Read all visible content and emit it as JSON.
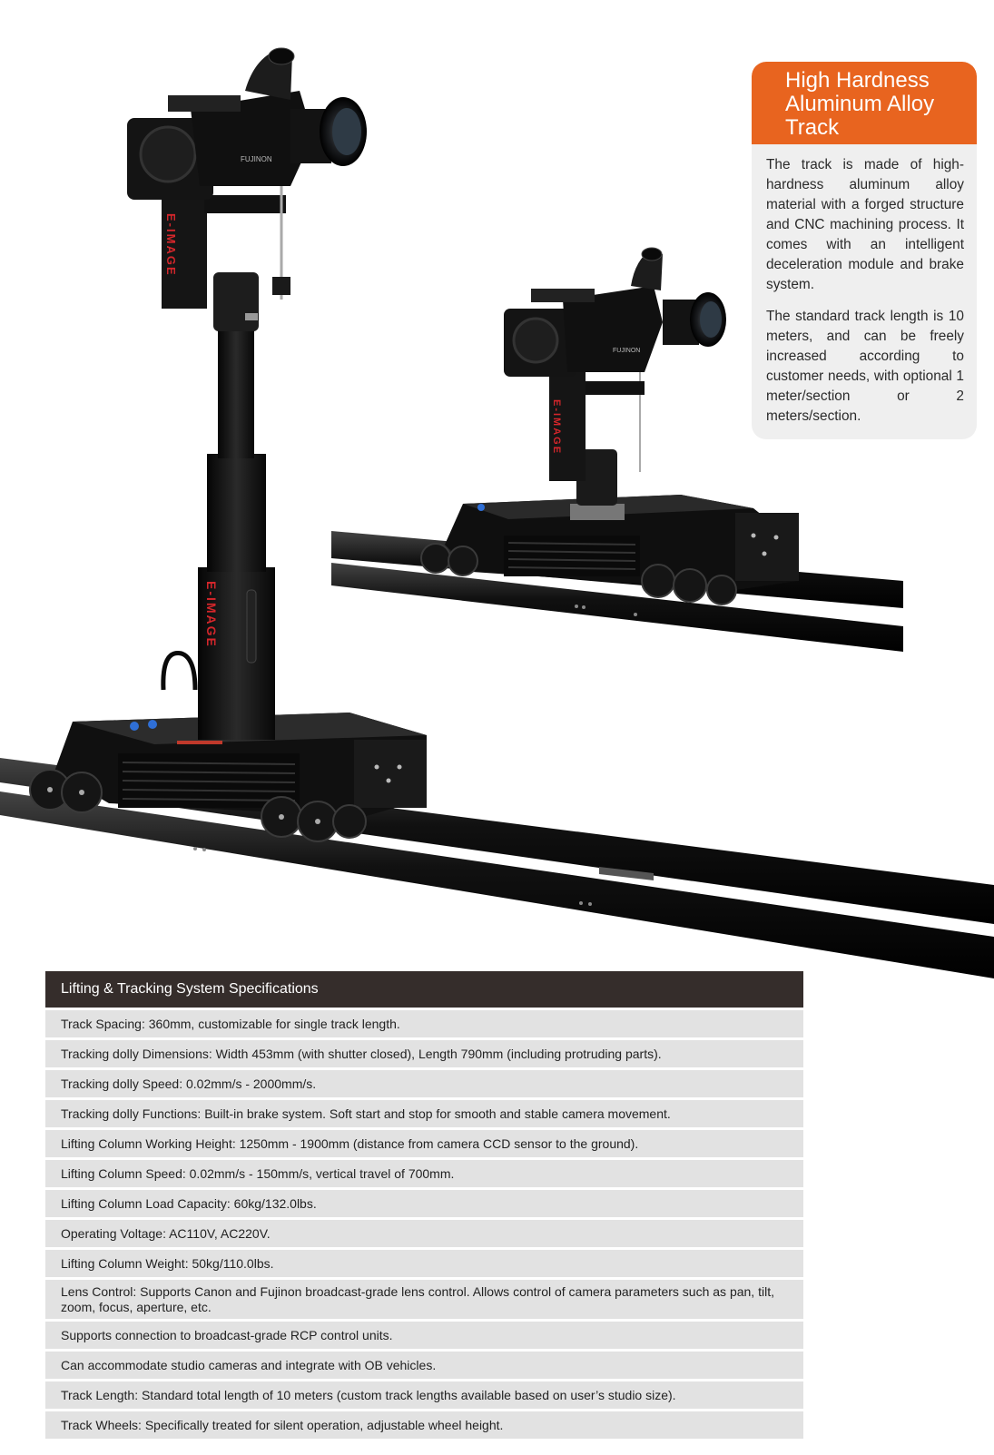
{
  "card": {
    "title_lines": [
      "High Hardness",
      "Aluminum Alloy",
      "Track"
    ],
    "paragraphs": [
      "The track is made of high-hardness aluminum alloy material with a forged structure and CNC machining process. It comes with an intelligent deceleration module and brake system.",
      "The standard track length is 10 meters, and can be freely increased according to customer needs, with optional 1 meter/section or 2 meters/section."
    ]
  },
  "brand_text": "E-IMAGE",
  "lens_brand": "FUJINON",
  "colors": {
    "accent": "#e8641f",
    "table_header": "#352d2b",
    "row_bg": "#e2e2e2",
    "card_bg": "#efefef"
  },
  "specs": {
    "title": "Lifting & Tracking System Specifications",
    "rows": [
      "Track Spacing: 360mm, customizable for single track length.",
      "Tracking dolly Dimensions: Width 453mm (with shutter closed), Length 790mm (including protruding parts).",
      "Tracking dolly Speed: 0.02mm/s - 2000mm/s.",
      "Tracking dolly Functions: Built-in brake system. Soft start and stop for smooth and stable camera movement.",
      "Lifting Column Working Height: 1250mm - 1900mm (distance from camera CCD sensor to the ground).",
      "Lifting Column Speed: 0.02mm/s - 150mm/s, vertical travel of 700mm.",
      "Lifting Column Load Capacity: 60kg/132.0lbs.",
      "Operating Voltage: AC110V, AC220V.",
      "Lifting Column Weight: 50kg/110.0lbs.",
      "Lens Control: Supports Canon and Fujinon broadcast-grade lens control. Allows control of camera parameters such as pan, tilt, zoom, focus, aperture, etc.",
      "Supports connection to broadcast-grade RCP control units.",
      "Can accommodate studio cameras and integrate with OB vehicles.",
      "Track Length: Standard total length of 10 meters (custom track lengths available based on user’s studio size).",
      "Track Wheels: Specifically treated for silent operation, adjustable wheel height."
    ]
  }
}
